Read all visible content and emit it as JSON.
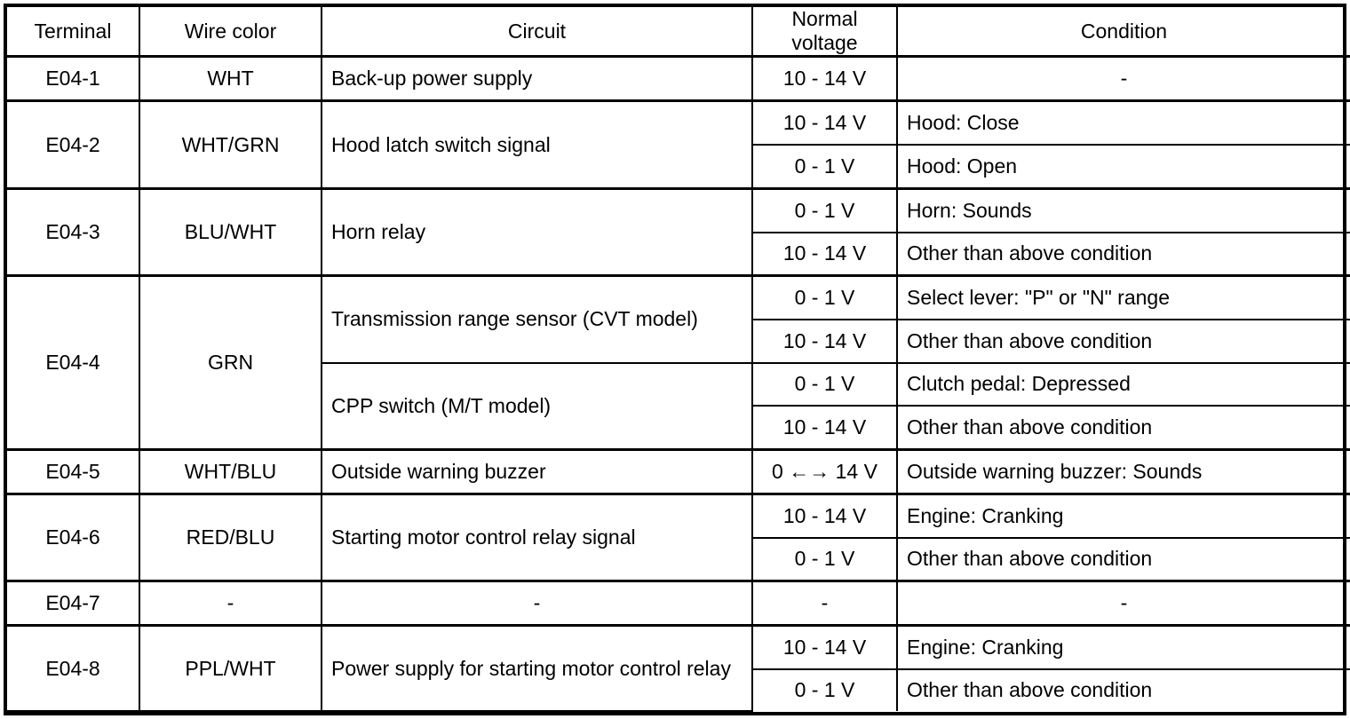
{
  "table": {
    "headers": {
      "terminal": "Terminal",
      "wire_color": "Wire color",
      "circuit": "Circuit",
      "normal_voltage": "Normal\nvoltage",
      "condition": "Condition"
    },
    "dash": "-",
    "rows": [
      {
        "terminal": "E04-1",
        "wire_color": "WHT",
        "circuits": [
          {
            "name": "Back-up power supply",
            "measurements": [
              {
                "voltage": "10 - 14 V",
                "condition": "-",
                "condition_align": "center"
              }
            ]
          }
        ]
      },
      {
        "terminal": "E04-2",
        "wire_color": "WHT/GRN",
        "circuits": [
          {
            "name": "Hood latch switch signal",
            "measurements": [
              {
                "voltage": "10 - 14 V",
                "condition": "Hood: Close",
                "condition_align": "left"
              },
              {
                "voltage": "0 - 1 V",
                "condition": "Hood: Open",
                "condition_align": "left"
              }
            ]
          }
        ]
      },
      {
        "terminal": "E04-3",
        "wire_color": "BLU/WHT",
        "circuits": [
          {
            "name": "Horn relay",
            "measurements": [
              {
                "voltage": "0 - 1 V",
                "condition": "Horn: Sounds",
                "condition_align": "left"
              },
              {
                "voltage": "10 - 14 V",
                "condition": "Other than above condition",
                "condition_align": "left"
              }
            ]
          }
        ]
      },
      {
        "terminal": "E04-4",
        "wire_color": "GRN",
        "circuits": [
          {
            "name": "Transmission range sensor (CVT model)",
            "measurements": [
              {
                "voltage": "0 - 1 V",
                "condition": "Select lever: \"P\" or \"N\" range",
                "condition_align": "left"
              },
              {
                "voltage": "10 - 14 V",
                "condition": "Other than above condition",
                "condition_align": "left"
              }
            ]
          },
          {
            "name": "CPP switch (M/T model)",
            "measurements": [
              {
                "voltage": "0 - 1 V",
                "condition": "Clutch pedal: Depressed",
                "condition_align": "left"
              },
              {
                "voltage": "10 - 14 V",
                "condition": "Other than above condition",
                "condition_align": "left"
              }
            ]
          }
        ]
      },
      {
        "terminal": "E04-5",
        "wire_color": "WHT/BLU",
        "circuits": [
          {
            "name": "Outside warning buzzer",
            "measurements": [
              {
                "voltage": "0 ←→ 14 V",
                "condition": "Outside warning buzzer: Sounds",
                "condition_align": "left"
              }
            ]
          }
        ]
      },
      {
        "terminal": "E04-6",
        "wire_color": "RED/BLU",
        "circuits": [
          {
            "name": "Starting motor control relay signal",
            "measurements": [
              {
                "voltage": "10 - 14 V",
                "condition": "Engine: Cranking",
                "condition_align": "left"
              },
              {
                "voltage": "0 - 1 V",
                "condition": "Other than above condition",
                "condition_align": "left"
              }
            ]
          }
        ]
      },
      {
        "terminal": "E04-7",
        "wire_color": "-",
        "circuits": [
          {
            "name": "-",
            "name_align": "center",
            "measurements": [
              {
                "voltage": "-",
                "condition": "-",
                "condition_align": "center"
              }
            ]
          }
        ]
      },
      {
        "terminal": "E04-8",
        "wire_color": "PPL/WHT",
        "circuits": [
          {
            "name": "Power supply for starting motor control relay",
            "measurements": [
              {
                "voltage": "10 - 14 V",
                "condition": "Engine: Cranking",
                "condition_align": "left"
              },
              {
                "voltage": "0 - 1 V",
                "condition": "Other than above condition",
                "condition_align": "left"
              }
            ]
          }
        ]
      }
    ]
  }
}
